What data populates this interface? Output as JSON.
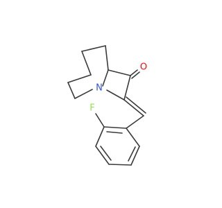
{
  "molecule": {
    "atoms": {
      "nitrogen": "N",
      "oxygen": "O",
      "fluorine": "F"
    },
    "colors": {
      "bond": "#3a3a3a",
      "nitrogen": "#3050F8",
      "oxygen": "#FF0D0D",
      "fluorine": "#90E050"
    }
  }
}
